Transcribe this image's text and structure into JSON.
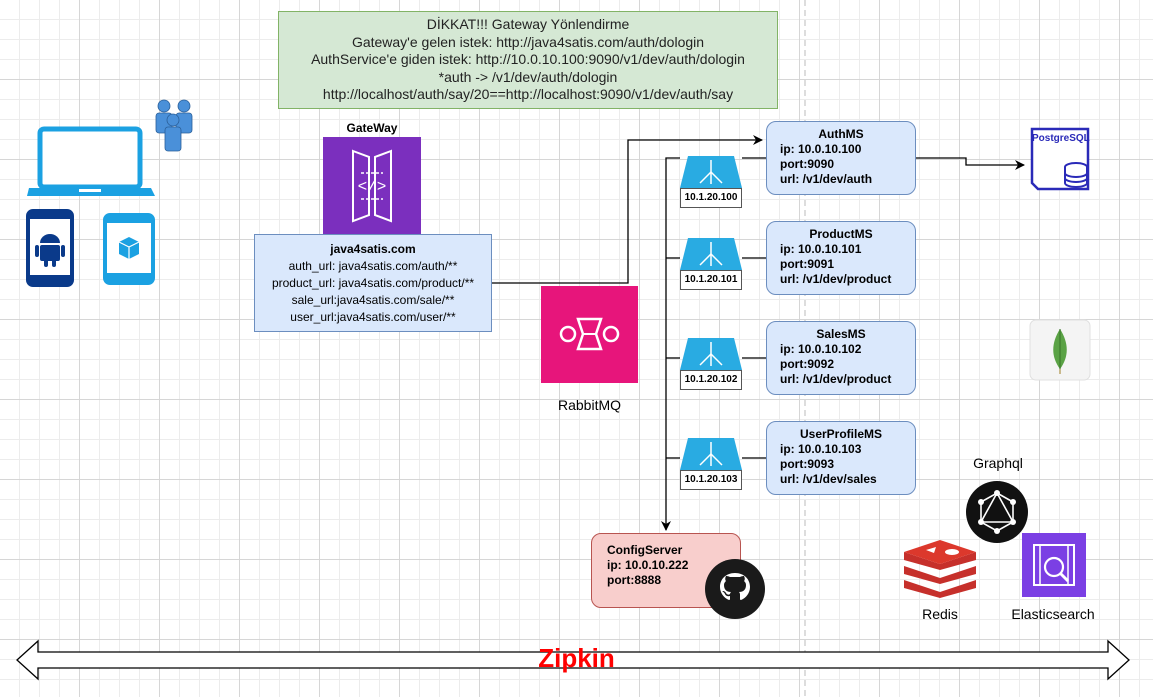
{
  "note": {
    "lines": [
      "DİKKAT!!! Gateway Yönlendirme",
      "Gateway'e gelen istek: http://java4satis.com/auth/dologin",
      "AuthService'e giden istek: http://10.0.10.100:9090/v1/dev/auth/dologin",
      "*auth -> /v1/dev/auth/dologin",
      "http://localhost/auth/say/20==http://localhost:9090/v1/dev/auth/say"
    ]
  },
  "gateway": {
    "label": "GateWay",
    "title": "java4satis.com",
    "routes": [
      "auth_url: java4satis.com/auth/**",
      "product_url: java4satis.com/product/**",
      "sale_url:java4satis.com/sale/**",
      "user_url:java4satis.com/user/**"
    ]
  },
  "rabbitmq": {
    "label": "RabbitMQ"
  },
  "load_balancers": [
    "10.1.20.100",
    "10.1.20.101",
    "10.1.20.102",
    "10.1.20.103"
  ],
  "services": [
    {
      "name": "AuthMS",
      "ip": "ip: 10.0.10.100",
      "port": "port:9090",
      "url": "url: /v1/dev/auth"
    },
    {
      "name": "ProductMS",
      "ip": "ip: 10.0.10.101",
      "port": "port:9091",
      "url": "url: /v1/dev/product"
    },
    {
      "name": "SalesMS",
      "ip": "ip: 10.0.10.102",
      "port": "port:9092",
      "url": "url: /v1/dev/product"
    },
    {
      "name": "UserProfileMS",
      "ip": "ip: 10.0.10.103",
      "port": "port:9093",
      "url": "url: /v1/dev/sales"
    }
  ],
  "postgres": {
    "label": "PostgreSQL"
  },
  "config_server": {
    "name": "ConfigServer",
    "ip": "ip: 10.0.10.222",
    "port": "port:8888"
  },
  "tools": {
    "graphql": "Graphql",
    "redis": "Redis",
    "elasticsearch": "Elasticsearch"
  },
  "zipkin": "Zipkin",
  "colors": {
    "gateway": "#7b2fbe",
    "rabbitmq": "#e7157b",
    "service_fill": "#dae8fc",
    "config_fill": "#f8cecc",
    "note_fill": "#d5e8d4",
    "lb": "#29abe2",
    "zipkin": "#ff0000"
  }
}
